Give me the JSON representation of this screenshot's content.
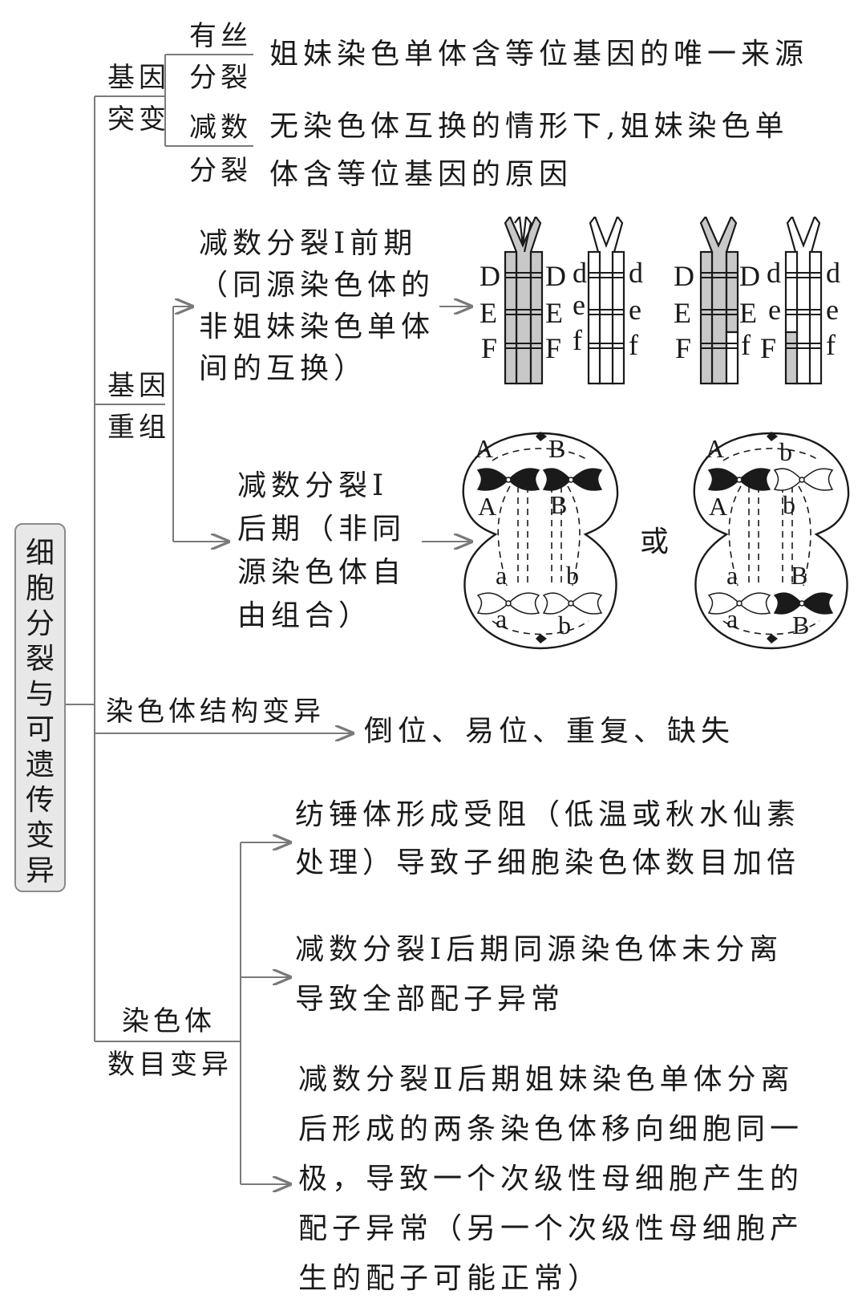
{
  "root": {
    "chars": [
      "细",
      "胞",
      "分",
      "裂",
      "与",
      "可",
      "遗",
      "传",
      "变",
      "异"
    ]
  },
  "gene_mutation": {
    "label_line1": "基因",
    "label_line2": "突变",
    "mitosis_line1": "有丝",
    "mitosis_line2": "分裂",
    "mitosis_text": "姐妹染色单体含等位基因的唯一来源",
    "meiosis_line1": "减数",
    "meiosis_line2": "分裂",
    "meiosis_text_line1": "无染色体互换的情形下,姐妹染色单",
    "meiosis_text_line2": "体含等位基因的原因"
  },
  "gene_recombination": {
    "label_line1": "基因",
    "label_line2": "重组",
    "crossover_lines": [
      "减数分裂Ⅰ前期",
      "（同源染色体的",
      "非姐妹染色单体",
      "间的互换）"
    ],
    "independent_lines": [
      "减数分裂Ⅰ",
      "后期（非同",
      "源染色体自",
      "由组合）"
    ],
    "or_text": "或",
    "gene_letters": {
      "D": "D",
      "E": "E",
      "F": "F",
      "d": "d",
      "e": "e",
      "f": "f",
      "A": "A",
      "B": "B",
      "a": "a",
      "b": "b"
    }
  },
  "structural": {
    "label": "染色体结构变异",
    "text": "倒位、易位、重复、缺失"
  },
  "numerical": {
    "label_line1": "染色体",
    "label_line2": "数目变异",
    "item1_lines": [
      "纺锤体形成受阻（低温或秋水仙素",
      "处理）导致子细胞染色体数目加倍"
    ],
    "item2_lines": [
      "减数分裂Ⅰ后期同源染色体未分离",
      "导致全部配子异常"
    ],
    "item3_lines": [
      "减数分裂Ⅱ后期姐妹染色单体分离",
      "后形成的两条染色体移向细胞同一",
      "极，导致一个次级性母细胞产生的",
      "配子异常（另一个次级性母细胞产",
      "生的配子可能正常）"
    ]
  },
  "colors": {
    "line": "#7a7a7a",
    "text": "#1a1a1a",
    "shade": "#c8c8c8",
    "root_fill": "#e8e8e8"
  }
}
